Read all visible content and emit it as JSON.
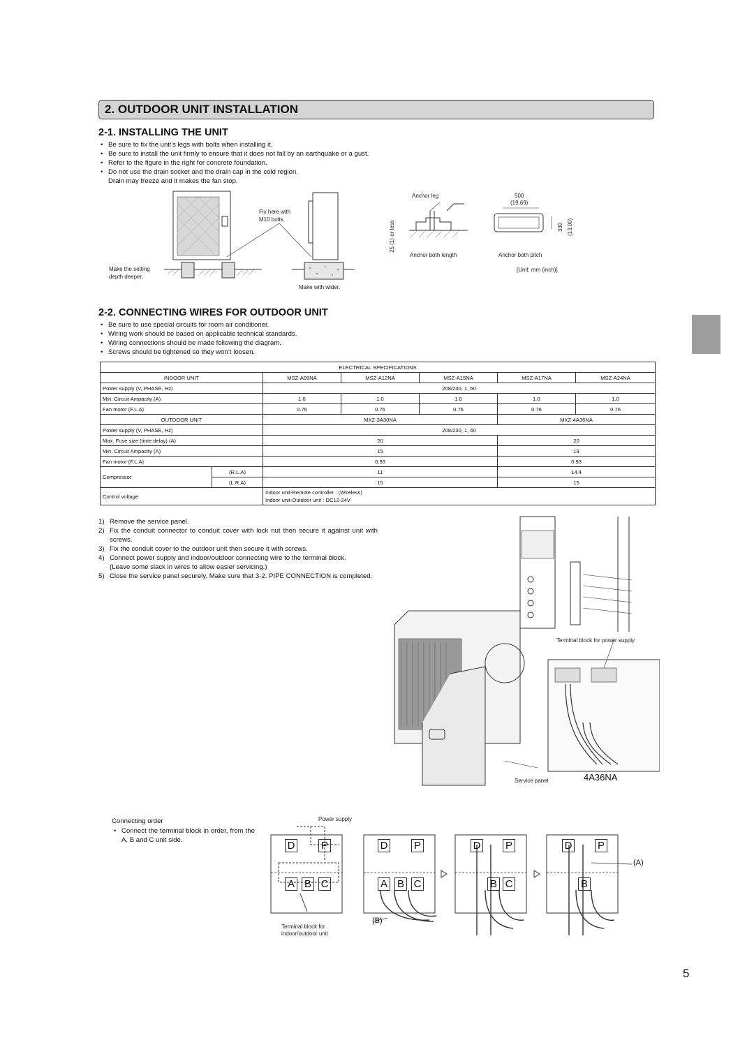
{
  "header": {
    "title": "2. OUTDOOR UNIT INSTALLATION"
  },
  "installing": {
    "title": "2-1. INSTALLING THE UNIT",
    "bullets": [
      "Be sure to fix the unit’s legs with bolts when installing it.",
      "Be sure to install the unit firmly to ensure that it does not fall by an earthquake or a gust.",
      "Refer to the figure in the right for concrete foundation.",
      "Do not use the drain socket and the drain cap in the cold region."
    ],
    "bullet_cont": "Drain may freeze and it makes the fan stop.",
    "fig": {
      "fix_here_1": "Fix here with",
      "fix_here_2": "M10 bolts.",
      "make_setting_1": "Make the setting",
      "make_setting_2": "depth deeper.",
      "make_wider": "Make with wider.",
      "anchor_leg": "Anchor leg",
      "side_dim": "25 (1) or less",
      "anchor_both_length": "Anchor both length",
      "dim_500": "500",
      "dim_1969": "(19.69)",
      "dim_330": "330",
      "dim_1300": "(13.00)",
      "anchor_both_pitch": "Anchor both pitch",
      "unit_note": "[Unit: mm (inch)]"
    }
  },
  "connecting": {
    "title": "2-2. CONNECTING  WIRES FOR OUTDOOR UNIT",
    "bullets": [
      "Be sure to use special circuits for room air conditioner.",
      "Wiring work should be based on applicable technical standards.",
      "Wiring connections should be made following the diagram.",
      "Screws should be tightened so they won’t loosen."
    ]
  },
  "spec_table": {
    "title": "ELECTRICAL SPECIFICATIONS",
    "indoor_label": "INDOOR UNIT",
    "indoor_models": [
      "MSZ-A09NA",
      "MSZ-A12NA",
      "MSZ-A15NA",
      "MSZ-A17NA",
      "MSZ-A24NA"
    ],
    "power_supply_label": "Power supply (V, PHASE, Hz)",
    "power_supply_value": "208/230, 1, 60",
    "mca_label": "Min. Circuit Ampacity (A)",
    "indoor_mca": [
      "1.0",
      "1.0",
      "1.0",
      "1.0",
      "1.0"
    ],
    "fan_label": "Fan motor (F.L.A)",
    "indoor_fan": [
      "0.76",
      "0.76",
      "0.76",
      "0.76",
      "0.76"
    ],
    "outdoor_label": "OUTDOOR UNIT",
    "outdoor_models": [
      "MXZ-3A30NA",
      "MXZ-4A36NA"
    ],
    "fuse_label": "Max. Fuse size (time delay) (A)",
    "fuse": [
      "20",
      "20"
    ],
    "outdoor_mca": [
      "15",
      "19"
    ],
    "outdoor_fan": [
      "0.93",
      "0.93"
    ],
    "compressor_label": "Compressor",
    "rla_label": "(R.L.A)",
    "rla": [
      "11",
      "14.4"
    ],
    "lra_label": "(L.R.A)",
    "lra": [
      "15",
      "15"
    ],
    "control_label": "Control voltage",
    "control_1": "Indoor unit-Remote controller : (Wireless)",
    "control_2": "Indoor unit-Outdoor unit : DC12-24V"
  },
  "steps": [
    {
      "n": "1)",
      "text": "Remove the service panel."
    },
    {
      "n": "2)",
      "text": "Fix the conduit connector to conduit cover with lock nut then secure it against unit with screws."
    },
    {
      "n": "3)",
      "text": "Fix the conduit cover to the outdoor unit then secure it with screws."
    },
    {
      "n": "4)",
      "text": "Connect power supply and indoor/outdoor connecting wire to the terminal block."
    },
    {
      "n": "",
      "text": "(Leave some slack in wires to allow easier servicing.)"
    },
    {
      "n": "5)",
      "text": "Close the service panel securely. Make sure that 3-2. PIPE CONNECTION is completed."
    }
  ],
  "wiring_fig": {
    "terminal_power": "Terminal block for power supply",
    "service_panel": "Service panel",
    "model": "4A36NA"
  },
  "connecting_order": {
    "title": "Connecting order",
    "bullet": "Connect the terminal block in order, from the A, B and C unit side.",
    "power_supply": "Power supply",
    "terminal_1": "Terminal block for",
    "terminal_2": "indoor/outdoor unit",
    "label_a": "(A)",
    "label_b": "(B)",
    "d": "D",
    "p": "P",
    "a": "A",
    "b": "B",
    "c": "C"
  },
  "page_number": "5"
}
